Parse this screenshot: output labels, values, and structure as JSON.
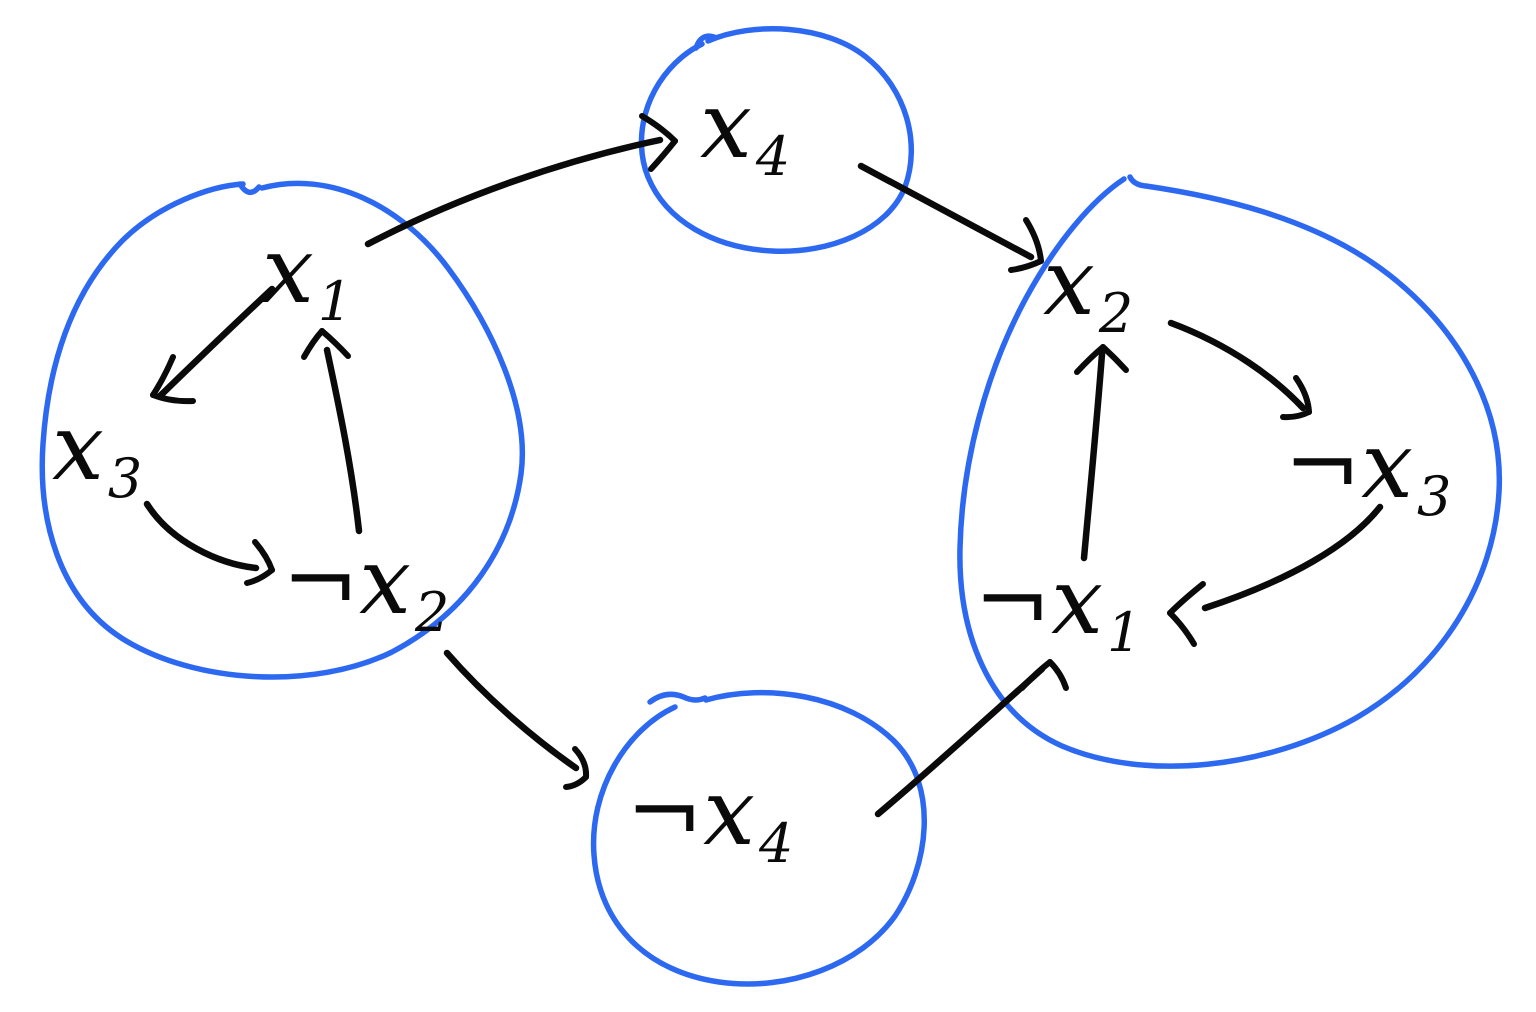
{
  "canvas": {
    "background_color": "#ffffff",
    "ink_color": "#0a0a0a",
    "pen_color": "#2d69f0",
    "description": "Hand-drawn implication graph: literals grouped into four blue-circled strongly connected components with black arrows"
  },
  "diagram": {
    "nodes": {
      "x1": {
        "label": "x₁",
        "base": "x",
        "sub": "1"
      },
      "x3": {
        "label": "x₃",
        "base": "x",
        "sub": "3"
      },
      "not_x2": {
        "label": "¬x₂",
        "base": "¬x",
        "sub": "2"
      },
      "x4": {
        "label": "x₄",
        "base": "x",
        "sub": "4"
      },
      "x2": {
        "label": "x₂",
        "base": "x",
        "sub": "2"
      },
      "not_x3": {
        "label": "¬x₃",
        "base": "¬x",
        "sub": "3"
      },
      "not_x1": {
        "label": "¬x₁",
        "base": "¬x",
        "sub": "1"
      },
      "not_x4": {
        "label": "¬x₄",
        "base": "¬x",
        "sub": "4"
      }
    },
    "groups": [
      {
        "name": "left-scc",
        "members": [
          "x1",
          "x3",
          "not_x2"
        ]
      },
      {
        "name": "top-scc",
        "members": [
          "x4"
        ]
      },
      {
        "name": "right-scc",
        "members": [
          "x2",
          "not_x3",
          "not_x1"
        ]
      },
      {
        "name": "bottom-scc",
        "members": [
          "not_x4"
        ]
      }
    ],
    "edges": [
      {
        "from": "x1",
        "to": "x3"
      },
      {
        "from": "x3",
        "to": "not_x2"
      },
      {
        "from": "not_x2",
        "to": "x1"
      },
      {
        "from": "x1",
        "to": "x4"
      },
      {
        "from": "x4",
        "to": "x2"
      },
      {
        "from": "not_x2",
        "to": "not_x4"
      },
      {
        "from": "not_x4",
        "to": "not_x1"
      },
      {
        "from": "x2",
        "to": "not_x3"
      },
      {
        "from": "not_x3",
        "to": "not_x1"
      },
      {
        "from": "not_x1",
        "to": "x2"
      }
    ]
  }
}
